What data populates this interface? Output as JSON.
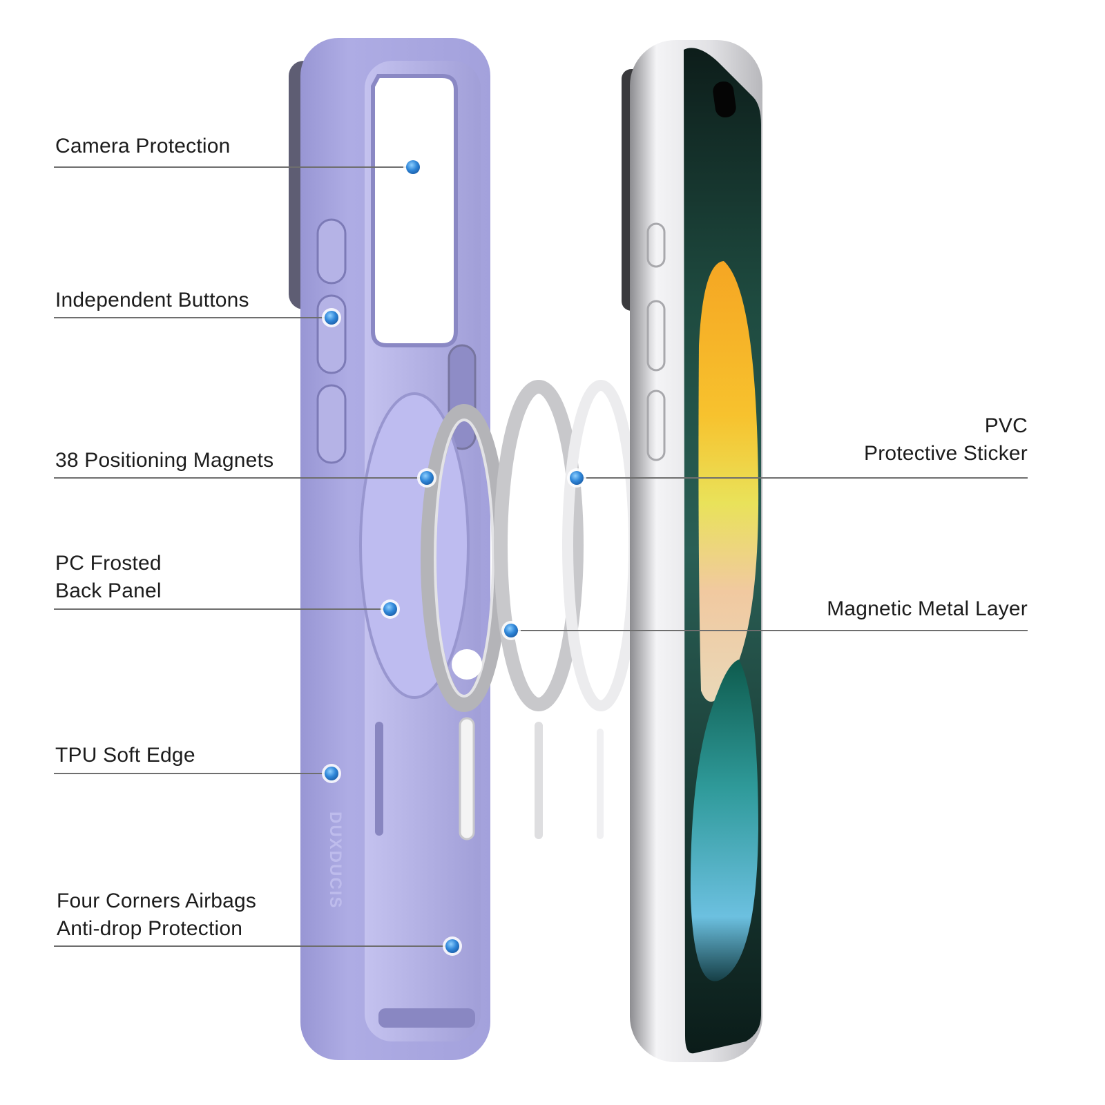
{
  "callouts": {
    "camera_protection": "Camera Protection",
    "independent_buttons": "Independent Buttons",
    "positioning_magnets": "38 Positioning Magnets",
    "pc_frosted_line1": "PC Frosted",
    "pc_frosted_line2": "Back Panel",
    "tpu_soft_edge": "TPU Soft Edge",
    "airbags_line1": "Four Corners Airbags",
    "airbags_line2": "Anti-drop Protection",
    "pvc_line1": "PVC",
    "pvc_line2": "Protective Sticker",
    "magnetic_metal_layer": "Magnetic Metal Layer"
  },
  "brand": {
    "case_logo": "DUXDUCIS"
  },
  "colors": {
    "case_lavender": "#a9a7df",
    "case_inner": "#b6b4e8",
    "marker_blue": "#2f86d8",
    "leader_line": "#6e6e6e",
    "phone_frame": "#d9d9dc",
    "screen_dark": "#0f2b26"
  }
}
